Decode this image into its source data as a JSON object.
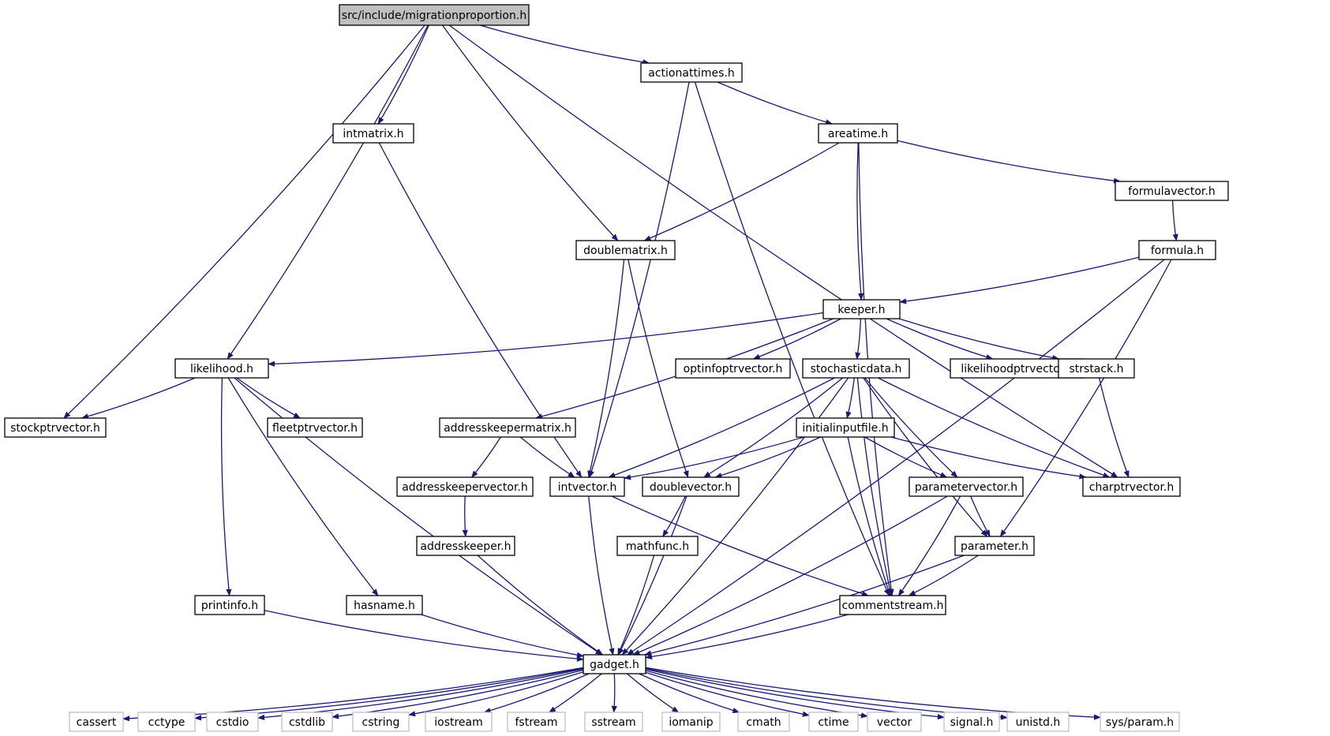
{
  "colors": {
    "edge": "#191970",
    "root_fill": "#bfbfbf",
    "node_border": "#000000",
    "system_border": "#bfbfbf"
  },
  "nodes": [
    {
      "id": "root",
      "label": "src/include/migrationproportion.h",
      "kind": "root"
    },
    {
      "id": "actionattimes",
      "label": "actionattimes.h",
      "kind": "file"
    },
    {
      "id": "intmatrix",
      "label": "intmatrix.h",
      "kind": "file"
    },
    {
      "id": "areatime",
      "label": "areatime.h",
      "kind": "file"
    },
    {
      "id": "formulavector",
      "label": "formulavector.h",
      "kind": "file"
    },
    {
      "id": "doublematrix",
      "label": "doublematrix.h",
      "kind": "file"
    },
    {
      "id": "formula",
      "label": "formula.h",
      "kind": "file"
    },
    {
      "id": "keeper",
      "label": "keeper.h",
      "kind": "file"
    },
    {
      "id": "likelihood",
      "label": "likelihood.h",
      "kind": "file"
    },
    {
      "id": "optinfoptrvector",
      "label": "optinfoptrvector.h",
      "kind": "file"
    },
    {
      "id": "stochasticdata",
      "label": "stochasticdata.h",
      "kind": "file"
    },
    {
      "id": "likelihoodptrvector",
      "label": "likelihoodptrvector.h",
      "kind": "file"
    },
    {
      "id": "strstack",
      "label": "strstack.h",
      "kind": "file"
    },
    {
      "id": "stockptrvector",
      "label": "stockptrvector.h",
      "kind": "file"
    },
    {
      "id": "fleetptrvector",
      "label": "fleetptrvector.h",
      "kind": "file"
    },
    {
      "id": "addresskeepermatrix",
      "label": "addresskeepermatrix.h",
      "kind": "file"
    },
    {
      "id": "initialinputfile",
      "label": "initialinputfile.h",
      "kind": "file"
    },
    {
      "id": "addresskeepervector",
      "label": "addresskeepervector.h",
      "kind": "file"
    },
    {
      "id": "intvector",
      "label": "intvector.h",
      "kind": "file"
    },
    {
      "id": "doublevector",
      "label": "doublevector.h",
      "kind": "file"
    },
    {
      "id": "parametervector",
      "label": "parametervector.h",
      "kind": "file"
    },
    {
      "id": "charptrvector",
      "label": "charptrvector.h",
      "kind": "file"
    },
    {
      "id": "addresskeeper",
      "label": "addresskeeper.h",
      "kind": "file"
    },
    {
      "id": "mathfunc",
      "label": "mathfunc.h",
      "kind": "file"
    },
    {
      "id": "parameter",
      "label": "parameter.h",
      "kind": "file"
    },
    {
      "id": "printinfo",
      "label": "printinfo.h",
      "kind": "file"
    },
    {
      "id": "hasname",
      "label": "hasname.h",
      "kind": "file"
    },
    {
      "id": "commentstream",
      "label": "commentstream.h",
      "kind": "file"
    },
    {
      "id": "gadget",
      "label": "gadget.h",
      "kind": "file"
    },
    {
      "id": "cassert",
      "label": "cassert",
      "kind": "system"
    },
    {
      "id": "cctype",
      "label": "cctype",
      "kind": "system"
    },
    {
      "id": "cstdio",
      "label": "cstdio",
      "kind": "system"
    },
    {
      "id": "cstdlib",
      "label": "cstdlib",
      "kind": "system"
    },
    {
      "id": "cstring",
      "label": "cstring",
      "kind": "system"
    },
    {
      "id": "iostream",
      "label": "iostream",
      "kind": "system"
    },
    {
      "id": "fstream",
      "label": "fstream",
      "kind": "system"
    },
    {
      "id": "sstream",
      "label": "sstream",
      "kind": "system"
    },
    {
      "id": "iomanip",
      "label": "iomanip",
      "kind": "system"
    },
    {
      "id": "cmath",
      "label": "cmath",
      "kind": "system"
    },
    {
      "id": "ctime",
      "label": "ctime",
      "kind": "system"
    },
    {
      "id": "vector",
      "label": "vector",
      "kind": "system"
    },
    {
      "id": "signal",
      "label": "signal.h",
      "kind": "system"
    },
    {
      "id": "unistd",
      "label": "unistd.h",
      "kind": "system"
    },
    {
      "id": "sysparam",
      "label": "sys/param.h",
      "kind": "system"
    }
  ],
  "edges": [
    [
      "root",
      "actionattimes"
    ],
    [
      "root",
      "intmatrix"
    ],
    [
      "root",
      "doublematrix"
    ],
    [
      "root",
      "likelihood"
    ],
    [
      "root",
      "stockptrvector"
    ],
    [
      "root",
      "charptrvector"
    ],
    [
      "actionattimes",
      "areatime"
    ],
    [
      "actionattimes",
      "intvector"
    ],
    [
      "actionattimes",
      "commentstream"
    ],
    [
      "intmatrix",
      "intvector"
    ],
    [
      "areatime",
      "doublematrix"
    ],
    [
      "areatime",
      "formulavector"
    ],
    [
      "areatime",
      "keeper"
    ],
    [
      "areatime",
      "commentstream"
    ],
    [
      "formulavector",
      "formula"
    ],
    [
      "formula",
      "keeper"
    ],
    [
      "formula",
      "parameter"
    ],
    [
      "formula",
      "gadget"
    ],
    [
      "doublematrix",
      "intvector"
    ],
    [
      "doublematrix",
      "doublevector"
    ],
    [
      "keeper",
      "likelihood"
    ],
    [
      "keeper",
      "addresskeepermatrix"
    ],
    [
      "keeper",
      "optinfoptrvector"
    ],
    [
      "keeper",
      "stochasticdata"
    ],
    [
      "keeper",
      "likelihoodptrvector"
    ],
    [
      "keeper",
      "strstack"
    ],
    [
      "likelihood",
      "stockptrvector"
    ],
    [
      "likelihood",
      "fleetptrvector"
    ],
    [
      "likelihood",
      "printinfo"
    ],
    [
      "likelihood",
      "hasname"
    ],
    [
      "likelihood",
      "gadget"
    ],
    [
      "stochasticdata",
      "initialinputfile"
    ],
    [
      "stochasticdata",
      "intvector"
    ],
    [
      "stochasticdata",
      "doublevector"
    ],
    [
      "stochasticdata",
      "parametervector"
    ],
    [
      "stochasticdata",
      "parameter"
    ],
    [
      "stochasticdata",
      "charptrvector"
    ],
    [
      "stochasticdata",
      "commentstream"
    ],
    [
      "stochasticdata",
      "gadget"
    ],
    [
      "strstack",
      "charptrvector"
    ],
    [
      "addresskeepermatrix",
      "addresskeepervector"
    ],
    [
      "addresskeepermatrix",
      "intvector"
    ],
    [
      "initialinputfile",
      "intvector"
    ],
    [
      "initialinputfile",
      "doublevector"
    ],
    [
      "initialinputfile",
      "parametervector"
    ],
    [
      "initialinputfile",
      "charptrvector"
    ],
    [
      "initialinputfile",
      "commentstream"
    ],
    [
      "addresskeepervector",
      "addresskeeper"
    ],
    [
      "addresskeeper",
      "gadget"
    ],
    [
      "intvector",
      "gadget"
    ],
    [
      "intvector",
      "commentstream"
    ],
    [
      "doublevector",
      "mathfunc"
    ],
    [
      "doublevector",
      "gadget"
    ],
    [
      "mathfunc",
      "gadget"
    ],
    [
      "parametervector",
      "parameter"
    ],
    [
      "parametervector",
      "commentstream"
    ],
    [
      "parametervector",
      "gadget"
    ],
    [
      "parameter",
      "commentstream"
    ],
    [
      "parameter",
      "gadget"
    ],
    [
      "printinfo",
      "gadget"
    ],
    [
      "hasname",
      "gadget"
    ],
    [
      "commentstream",
      "gadget"
    ],
    [
      "gadget",
      "cassert"
    ],
    [
      "gadget",
      "cctype"
    ],
    [
      "gadget",
      "cstdio"
    ],
    [
      "gadget",
      "cstdlib"
    ],
    [
      "gadget",
      "cstring"
    ],
    [
      "gadget",
      "iostream"
    ],
    [
      "gadget",
      "fstream"
    ],
    [
      "gadget",
      "sstream"
    ],
    [
      "gadget",
      "iomanip"
    ],
    [
      "gadget",
      "cmath"
    ],
    [
      "gadget",
      "ctime"
    ],
    [
      "gadget",
      "vector"
    ],
    [
      "gadget",
      "signal"
    ],
    [
      "gadget",
      "unistd"
    ],
    [
      "gadget",
      "sysparam"
    ]
  ]
}
